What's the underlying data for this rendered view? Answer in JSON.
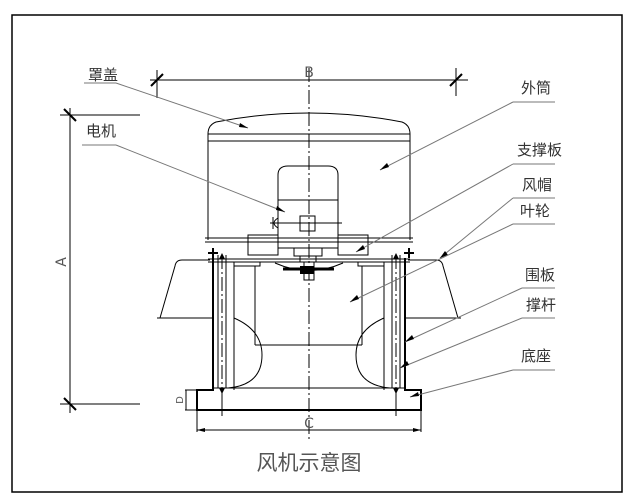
{
  "diagram": {
    "title": "风机示意图",
    "dimensions": {
      "top_width": "B",
      "height": "A",
      "base_width": "C",
      "base_height": "D"
    },
    "labels_left": [
      {
        "id": "hood",
        "text": "罩盖"
      },
      {
        "id": "motor",
        "text": "电机"
      }
    ],
    "labels_right": [
      {
        "id": "outer-cylinder",
        "text": "外筒"
      },
      {
        "id": "support-plate",
        "text": "支撑板"
      },
      {
        "id": "wind-cap",
        "text": "风帽"
      },
      {
        "id": "impeller",
        "text": "叶轮"
      },
      {
        "id": "enclosure-plate",
        "text": "围板"
      },
      {
        "id": "support-rod",
        "text": "撑杆"
      },
      {
        "id": "base",
        "text": "底座"
      }
    ]
  }
}
